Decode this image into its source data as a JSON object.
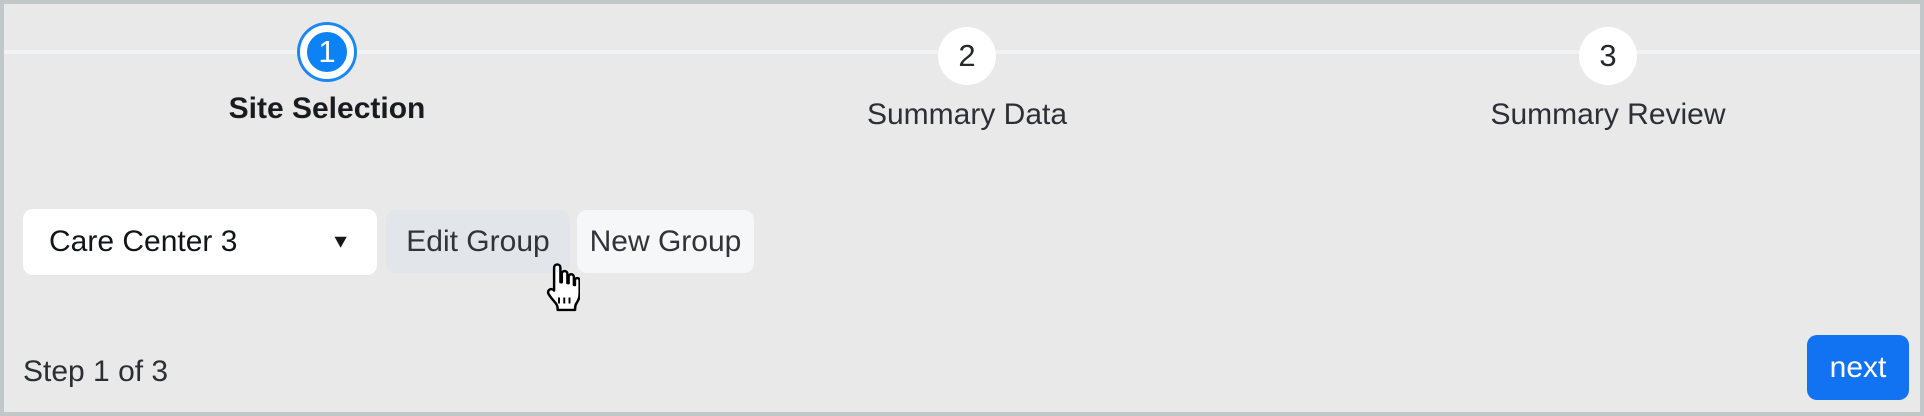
{
  "stepper": {
    "steps": [
      {
        "number": "1",
        "label": "Site Selection",
        "state": "active"
      },
      {
        "number": "2",
        "label": "Summary Data",
        "state": "upcoming"
      },
      {
        "number": "3",
        "label": "Summary Review",
        "state": "upcoming"
      }
    ]
  },
  "controls": {
    "site_select": {
      "value": "Care Center 3",
      "caret": "▼"
    },
    "edit_group_label": "Edit Group",
    "new_group_label": "New Group"
  },
  "footer": {
    "step_indicator": "Step 1 of 3",
    "next_label": "next"
  },
  "colors": {
    "accent_blue": "#0d82f5",
    "next_button_blue": "#1173f2",
    "page_background": "#e9e9ea",
    "page_border": "#c2c7c9"
  }
}
